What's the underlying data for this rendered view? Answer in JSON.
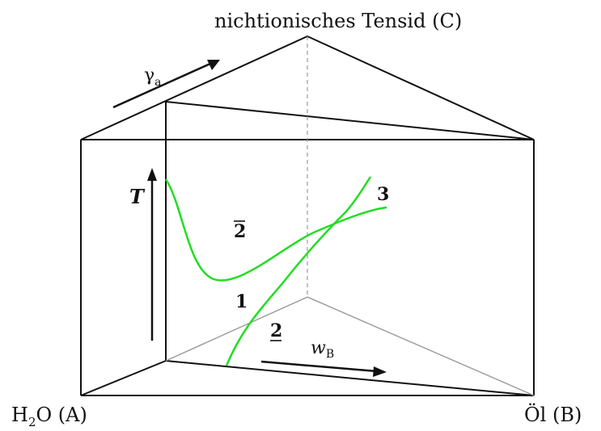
{
  "labels": {
    "top_vertex": "nichtionisches Tensid (C)",
    "left_vertex_main": "H",
    "left_vertex_sub": "2",
    "left_vertex_rest": "O (A)",
    "right_vertex": "Öl (B)",
    "temperature_axis": "T",
    "gamma_main": "γ",
    "gamma_sub": "a",
    "w_main": "w",
    "w_sub": "B",
    "region_upper": "2",
    "region_lower": "2",
    "region_one": "1",
    "region_three": "3"
  },
  "colors": {
    "frame": "#111111",
    "hidden_edge": "#999999",
    "curve": "#22dd22"
  }
}
